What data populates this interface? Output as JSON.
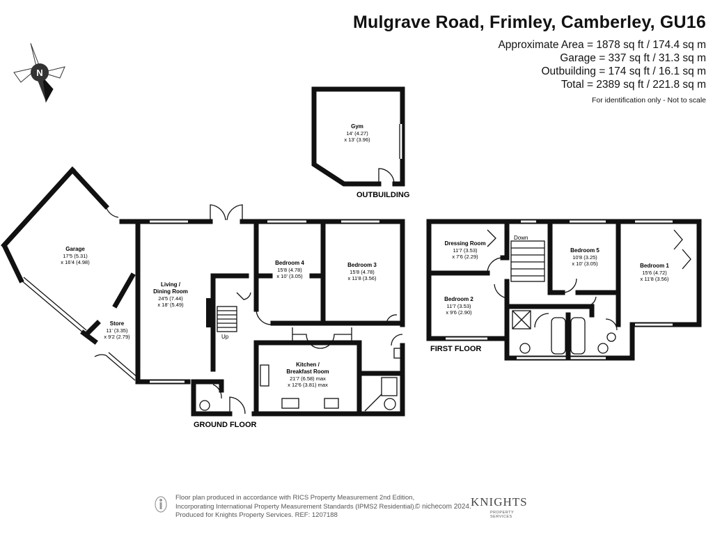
{
  "header": {
    "title": "Mulgrave Road, Frimley, Camberley, GU16",
    "approx_area": "Approximate Area = 1878 sq ft / 174.4 sq m",
    "garage": "Garage = 337 sq ft / 31.3 sq m",
    "outbuilding": "Outbuilding = 174 sq ft / 16.1 sq m",
    "total": "Total = 2389 sq ft / 221.8 sq m",
    "note": "For identification only - Not to scale"
  },
  "compass": {
    "label": "N"
  },
  "rooms": {
    "gym": {
      "name": "Gym",
      "dim1": "14' (4.27)",
      "dim2": "x 13' (3.96)"
    },
    "garage": {
      "name": "Garage",
      "dim1": "17'5 (5.31)",
      "dim2": "x 16'4 (4.98)"
    },
    "store": {
      "name": "Store",
      "dim1": "11' (3.35)",
      "dim2": "x 9'2 (2.79)"
    },
    "living": {
      "name1": "Living /",
      "name2": "Dining Room",
      "dim1": "24'5 (7.44)",
      "dim2": "x 18' (5.49)"
    },
    "bedroom4": {
      "name": "Bedroom 4",
      "dim1": "15'8 (4.78)",
      "dim2": "x 10' (3.05)"
    },
    "bedroom3": {
      "name": "Bedroom 3",
      "dim1": "15'8 (4.78)",
      "dim2": "x 11'8 (3.56)"
    },
    "kitchen": {
      "name1": "Kitchen /",
      "name2": "Breakfast Room",
      "dim1": "21'7 (6.58) max",
      "dim2": "x 12'6 (3.81) max"
    },
    "dressing": {
      "name": "Dressing Room",
      "dim1": "11'7 (3.53)",
      "dim2": "x 7'6 (2.29)"
    },
    "bedroom2": {
      "name": "Bedroom 2",
      "dim1": "11'7 (3.53)",
      "dim2": "x 9'6 (2.90)"
    },
    "bedroom5": {
      "name": "Bedroom 5",
      "dim1": "10'8 (3.25)",
      "dim2": "x 10' (3.05)"
    },
    "bedroom1": {
      "name": "Bedroom 1",
      "dim1": "15'6 (4.72)",
      "dim2": "x 11'8 (3.56)"
    }
  },
  "labels": {
    "outbuilding": "OUTBUILDING",
    "ground_floor": "GROUND FLOOR",
    "first_floor": "FIRST FLOOR",
    "up": "Up",
    "down": "Down"
  },
  "footer": {
    "line1": "Floor plan produced in accordance with RICS Property Measurement 2nd Edition,",
    "line2": "Incorporating International Property Measurement Standards (IPMS2 Residential).",
    "line3": "Produced for Knights Property Services.   REF: 1207188",
    "copyright": "© nichecom 2024.",
    "logo": "KNIGHTS",
    "logo_sub": "PROPERTY SERVICES"
  }
}
